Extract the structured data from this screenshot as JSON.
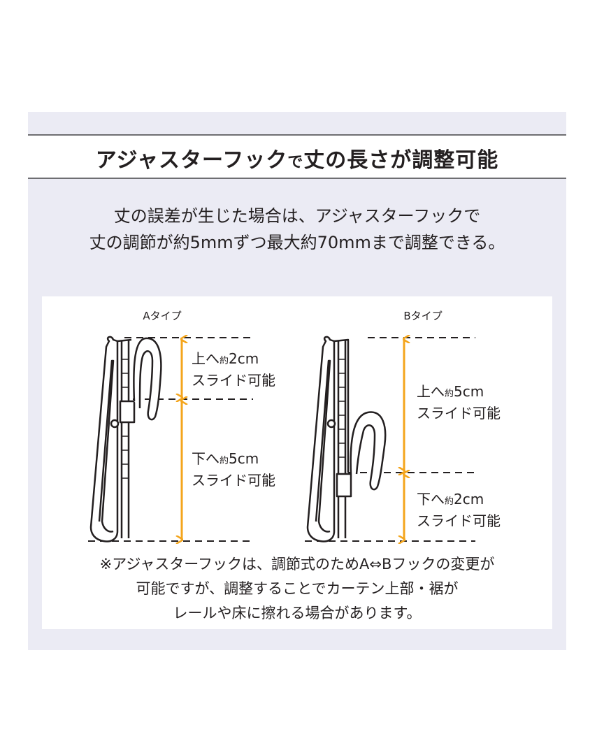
{
  "title": {
    "main": "アジャスターフック",
    "small": "で",
    "rest": "丈の長さが調整可能"
  },
  "lead": {
    "line1": "丈の誤差が生じた場合は、アジャスターフックで",
    "line2": "丈の調節が約5mmずつ最大約70mmまで調整できる。"
  },
  "diagram": {
    "accent_color": "#f4a51c",
    "type_a": {
      "label": "Aタイプ",
      "upper": {
        "prefix": "上へ",
        "small": "約",
        "value": "2cm",
        "line2": "スライド可能"
      },
      "lower": {
        "prefix": "下へ",
        "small": "約",
        "value": "5cm",
        "line2": "スライド可能"
      }
    },
    "type_b": {
      "label": "Bタイプ",
      "upper": {
        "prefix": "上へ",
        "small": "約",
        "value": "5cm",
        "line2": "スライド可能"
      },
      "lower": {
        "prefix": "下へ",
        "small": "約",
        "value": "2cm",
        "line2": "スライド可能"
      }
    }
  },
  "note": {
    "line1": "※アジャスターフックは、調節式のためA⇔Bフックの変更が",
    "line2": "可能ですが、調整することでカーテン上部・裾が",
    "line3": "レールや床に擦れる場合があります。"
  }
}
